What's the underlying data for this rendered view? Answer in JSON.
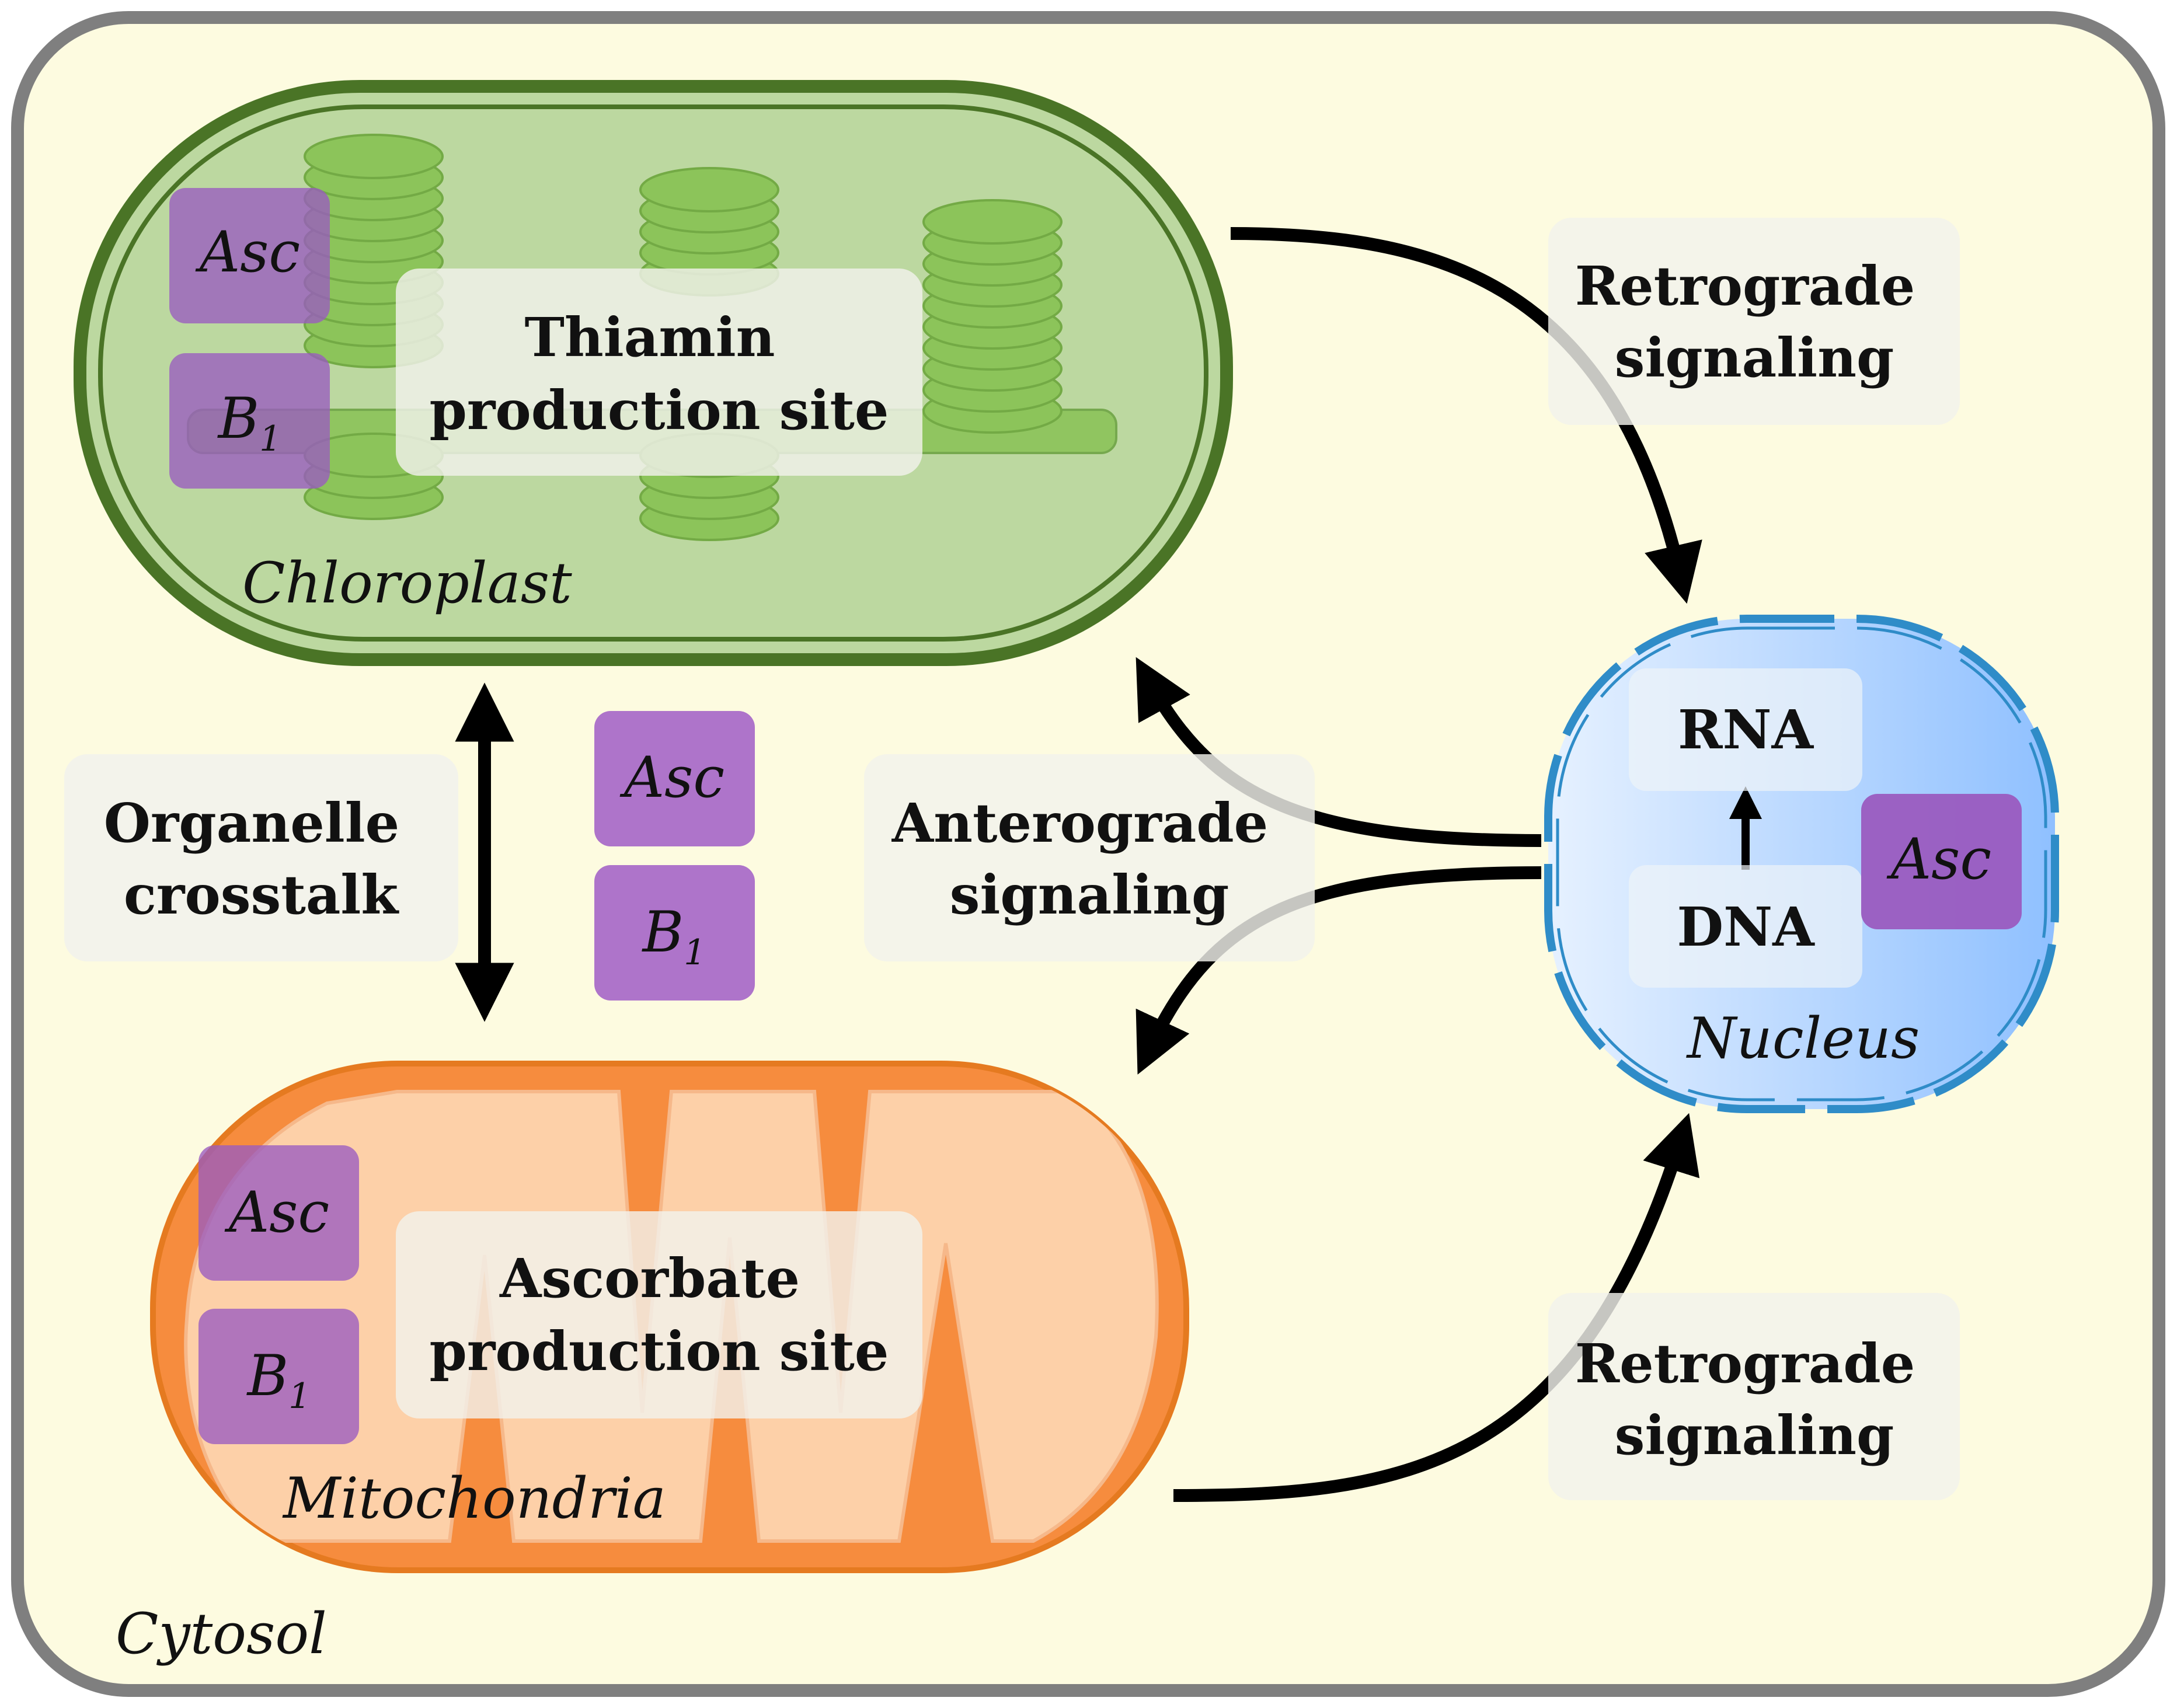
{
  "regions": {
    "cytosol": "Cytosol",
    "chloroplast": "Chloroplast",
    "mitochondria": "Mitochondria",
    "nucleus": "Nucleus"
  },
  "sites": {
    "thiamin_line1": "Thiamin",
    "thiamin_line2": "production site",
    "ascorbate_line1": "Ascorbate",
    "ascorbate_line2": "production site"
  },
  "signals": {
    "retrograde_top_line1": "Retrograde",
    "retrograde_top_line2": "signaling",
    "retrograde_bottom_line1": "Retrograde",
    "retrograde_bottom_line2": "signaling",
    "anterograde_line1": "Anterograde",
    "anterograde_line2": "signaling",
    "crosstalk_line1": "Organelle",
    "crosstalk_line2": "crosstalk"
  },
  "molecules": {
    "asc": "Asc",
    "b": "B",
    "b_sub": "1",
    "rna": "RNA",
    "dna": "DNA"
  },
  "colors": {
    "cytosol_fill": "#fdfbe0",
    "cytosol_border": "#7f7f7f",
    "chloroplast_fill": "#bcd8a0",
    "chloroplast_border": "#4a7426",
    "thylakoid": "#8cc45a",
    "mito_fill": "#f68c3e",
    "mito_inner": "#fdd0a8",
    "nucleus_fill": "#a8ceff",
    "nucleus_border": "#2f8cc8",
    "molecule_box": "#9a5bc0",
    "label_box": "#f2f2ec"
  }
}
